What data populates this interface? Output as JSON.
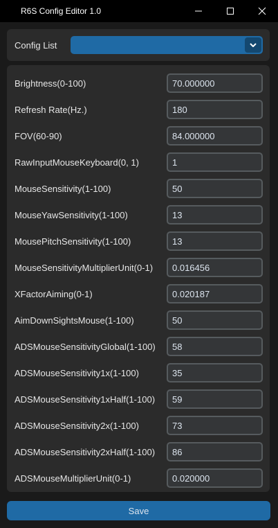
{
  "window": {
    "title": "R6S Config Editor 1.0",
    "minimize_icon": "minimize-icon",
    "maximize_icon": "maximize-icon",
    "close_icon": "close-icon"
  },
  "config": {
    "label": "Config List",
    "selected": "",
    "arrow_icon": "chevron-down-icon"
  },
  "fields": [
    {
      "label": "Brightness(0-100)",
      "value": "70.000000"
    },
    {
      "label": "Refresh Rate(Hz.)",
      "value": "180"
    },
    {
      "label": "FOV(60-90)",
      "value": "84.000000"
    },
    {
      "label": "RawInputMouseKeyboard(0, 1)",
      "value": "1"
    },
    {
      "label": "MouseSensitivity(1-100)",
      "value": "50"
    },
    {
      "label": "MouseYawSensitivity(1-100)",
      "value": "13"
    },
    {
      "label": "MousePitchSensitivity(1-100)",
      "value": "13"
    },
    {
      "label": "MouseSensitivityMultiplierUnit(0-1)",
      "value": "0.016456"
    },
    {
      "label": "XFactorAiming(0-1)",
      "value": "0.020187"
    },
    {
      "label": "AimDownSightsMouse(1-100)",
      "value": "50"
    },
    {
      "label": "ADSMouseSensitivityGlobal(1-100)",
      "value": "58"
    },
    {
      "label": "ADSMouseSensitivity1x(1-100)",
      "value": "35"
    },
    {
      "label": "ADSMouseSensitivity1xHalf(1-100)",
      "value": "59"
    },
    {
      "label": "ADSMouseSensitivity2x(1-100)",
      "value": "73"
    },
    {
      "label": "ADSMouseSensitivity2xHalf(1-100)",
      "value": "86"
    },
    {
      "label": "ADSMouseMultiplierUnit(0-1)",
      "value": "0.020000"
    }
  ],
  "save_label": "Save",
  "colors": {
    "accent": "#1f6aa5",
    "panel": "#2b2b2b",
    "background": "#1a1a1a",
    "input_bg": "#343638",
    "input_border": "#565b5e"
  }
}
